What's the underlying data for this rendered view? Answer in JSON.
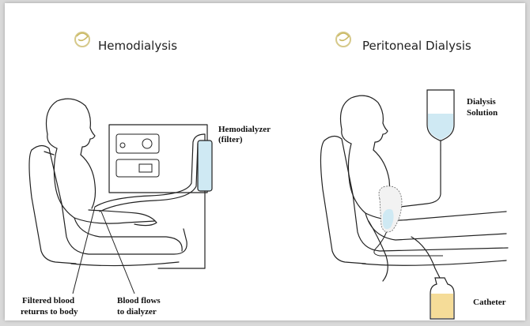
{
  "colors": {
    "dialyzer_fill": "#cfe9f3",
    "solution_fill": "#cfe9f3",
    "catheter_bag_fill": "#f5dc98",
    "logo_accent": "#d6c98a"
  },
  "hemodialysis": {
    "title": "Hemodialysis",
    "logo_icon": "swirl-logo-icon",
    "labels": {
      "hemodialyzer": "Hemodialyzer",
      "hemodialyzer_sub": "(filter)",
      "filtered_line1": "Filtered blood",
      "filtered_line2": "returns to body",
      "flows_line1": "Blood flows",
      "flows_line2": "to dialyzer"
    }
  },
  "peritoneal": {
    "title": "Peritoneal Dialysis",
    "logo_icon": "swirl-logo-icon",
    "labels": {
      "solution_line1": "Dialysis",
      "solution_line2": "Solution",
      "catheter": "Catheter"
    }
  }
}
